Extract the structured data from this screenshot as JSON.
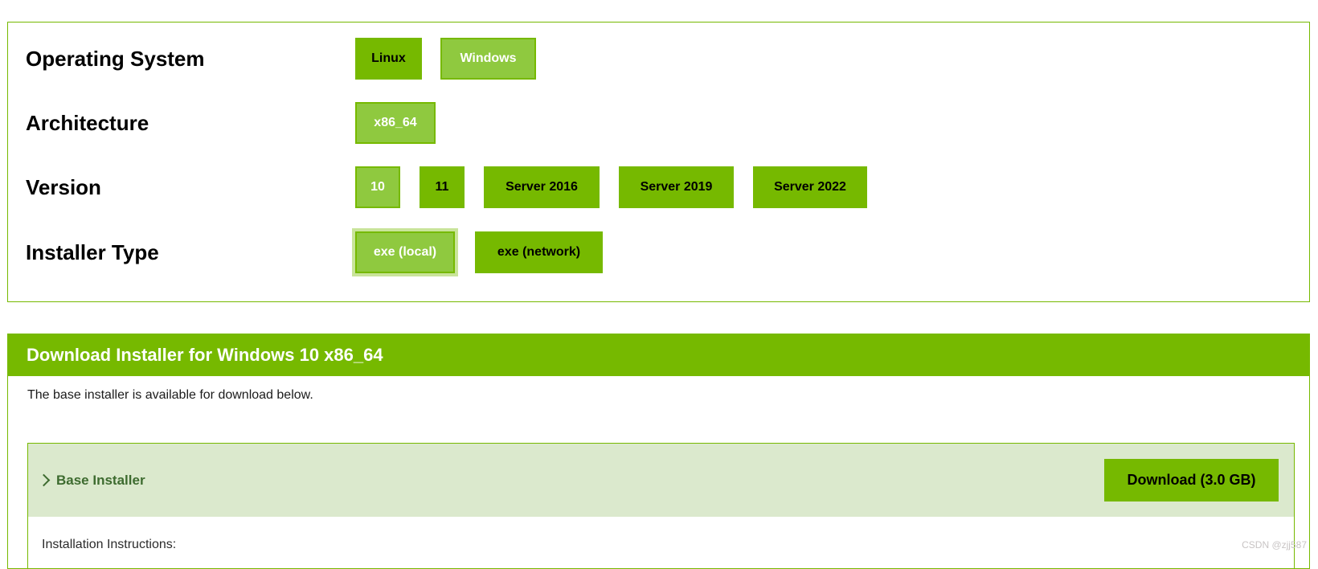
{
  "selector": {
    "rows": [
      {
        "label": "Operating System",
        "options": [
          {
            "label": "Linux",
            "state": "unselected"
          },
          {
            "label": "Windows",
            "state": "selected"
          }
        ]
      },
      {
        "label": "Architecture",
        "options": [
          {
            "label": "x86_64",
            "state": "selected"
          }
        ]
      },
      {
        "label": "Version",
        "options": [
          {
            "label": "10",
            "state": "selected"
          },
          {
            "label": "11",
            "state": "unselected"
          },
          {
            "label": "Server 2016",
            "state": "unselected"
          },
          {
            "label": "Server 2019",
            "state": "unselected"
          },
          {
            "label": "Server 2022",
            "state": "unselected"
          }
        ]
      },
      {
        "label": "Installer Type",
        "options": [
          {
            "label": "exe (local)",
            "state": "selected-focused"
          },
          {
            "label": "exe (network)",
            "state": "unselected"
          }
        ]
      }
    ]
  },
  "download_panel": {
    "header_title": "Download Installer for Windows 10 x86_64",
    "intro_text": "The base installer is available for download below.",
    "base_installer": {
      "chevron_icon": "chevron-right",
      "title": "Base Installer",
      "download_label": "Download (3.0 GB)",
      "instructions_label": "Installation Instructions:"
    }
  },
  "watermark": {
    "text": "CSDN @zjj587"
  },
  "colors": {
    "nvidia_green": "#76b900",
    "selected_green": "#8fc93f",
    "focus_ring_green": "#c9e49a",
    "accordion_header_bg": "#dbe9cd",
    "accordion_title_green": "#3d6b2f",
    "panel_border_green": "#76b900"
  }
}
